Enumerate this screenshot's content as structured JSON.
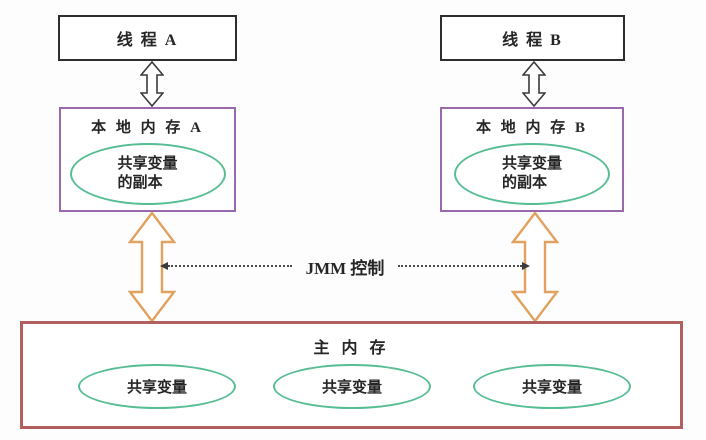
{
  "diagram": {
    "threads": [
      {
        "label": "线 程 A"
      },
      {
        "label": "线 程 B"
      }
    ],
    "local_memories": [
      {
        "label": "本 地 内 存 A",
        "copy": {
          "line1": "共享变量",
          "line2": "的副本"
        }
      },
      {
        "label": "本 地 内 存 B",
        "copy": {
          "line1": "共享变量",
          "line2": "的副本"
        }
      }
    ],
    "jmm_control_label": "JMM 控制",
    "main_memory": {
      "label": "主 内 存",
      "shared_variables": [
        "共享变量",
        "共享变量",
        "共享变量"
      ]
    },
    "colors": {
      "thread_box_border": "#2e2e2e",
      "local_memory_border": "#9a68ad",
      "main_memory_border": "#b2605f",
      "ellipse_border": "#57bd92",
      "control_arrow_orange": "#e0a25e",
      "text": "#262626"
    }
  }
}
